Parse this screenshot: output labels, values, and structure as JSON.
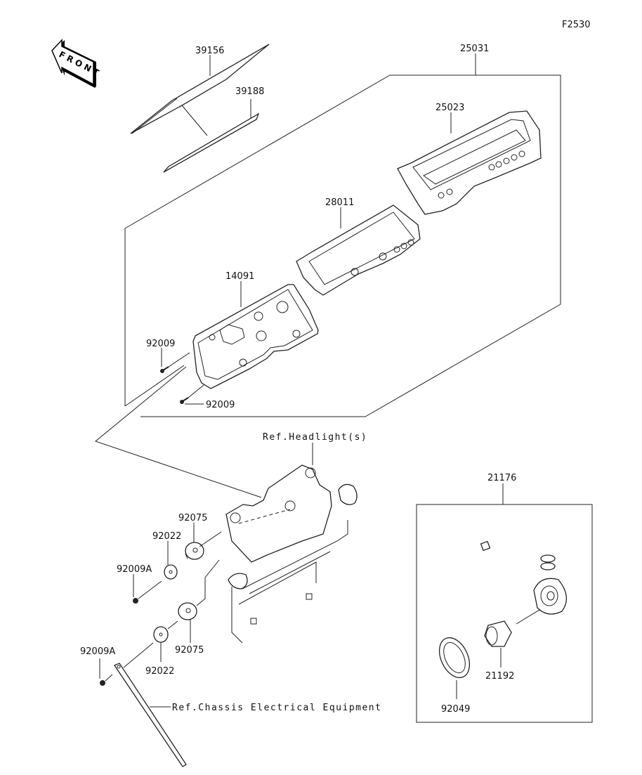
{
  "diagram": {
    "figure_id": "F2530",
    "front_indicator": "FRONT",
    "assembly_meter": {
      "part": "25031"
    },
    "parts": [
      {
        "id": "p-39156",
        "part": "39156"
      },
      {
        "id": "p-39188",
        "part": "39188"
      },
      {
        "id": "p-25023",
        "part": "25023"
      },
      {
        "id": "p-28011",
        "part": "28011"
      },
      {
        "id": "p-14091",
        "part": "14091"
      },
      {
        "id": "p-92009-a",
        "part": "92009"
      },
      {
        "id": "p-92009-b",
        "part": "92009"
      },
      {
        "id": "p-92075-a",
        "part": "92075"
      },
      {
        "id": "p-92022-a",
        "part": "92022"
      },
      {
        "id": "p-92009A-a",
        "part": "92009A"
      },
      {
        "id": "p-92075-b",
        "part": "92075"
      },
      {
        "id": "p-92022-b",
        "part": "92022"
      },
      {
        "id": "p-92009A-b",
        "part": "92009A"
      }
    ],
    "references": {
      "headlight": "Ref.Headlight(s)",
      "chassis": "Ref.Chassis Electrical Equipment"
    },
    "assembly_sensor": {
      "part": "21176",
      "parts": [
        {
          "id": "p-21192",
          "part": "21192"
        },
        {
          "id": "p-92049",
          "part": "92049"
        }
      ]
    }
  }
}
